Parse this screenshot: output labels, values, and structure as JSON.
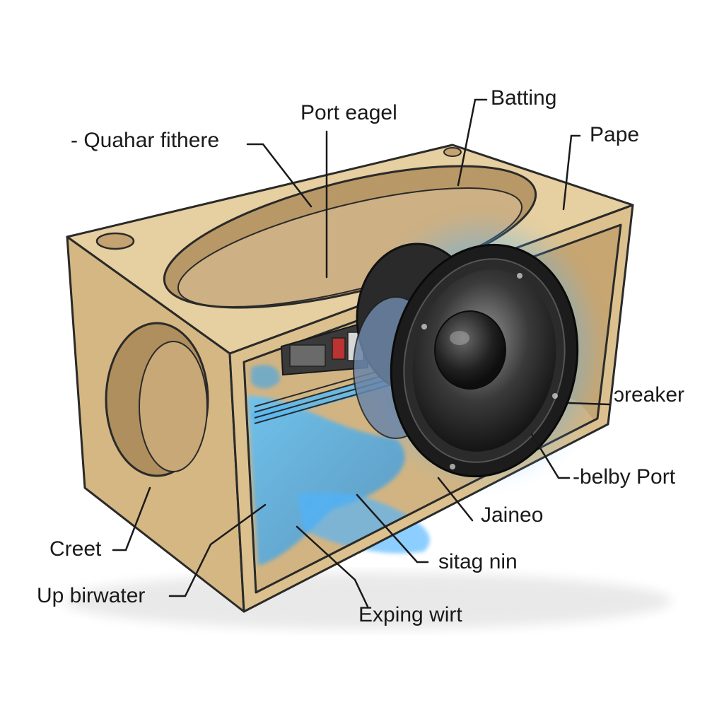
{
  "diagram": {
    "labels": {
      "quahar_fithere": "- Quahar fithere",
      "port_eagel": "Port eagel",
      "batting": "Batting",
      "pape": "Pape",
      "breaker": "ɔreaker",
      "belby_port": "-belby Port",
      "jaineo": "Jaineo",
      "sitag_nin": "sitag nin",
      "exping_wirt": "Exping wirt",
      "creet": "Creet",
      "up_birwater": "Up birwater"
    }
  },
  "colors": {
    "wood_top": "#e6cfa0",
    "wood_side": "#d4b783",
    "wood_front": "#c9aa74",
    "interior": "#c7a672",
    "glow": "#4fb3ff",
    "speaker_black": "#1c1c1c",
    "outline": "#2a2a2a"
  }
}
